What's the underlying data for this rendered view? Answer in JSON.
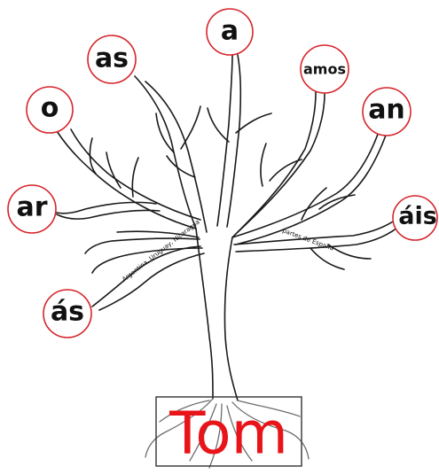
{
  "stem": "Tom",
  "endings": {
    "a": "a",
    "as": "as",
    "amos": "amos",
    "o": "o",
    "an": "an",
    "ar": "ar",
    "ais": "áis",
    "as_voseo": "ás"
  },
  "branch_notes": {
    "voseo": "Argentina, Uruguay, Nicaragua",
    "vosotros": "partes de España"
  },
  "colors": {
    "accent": "#d6242a",
    "stem": "#e8141a"
  }
}
